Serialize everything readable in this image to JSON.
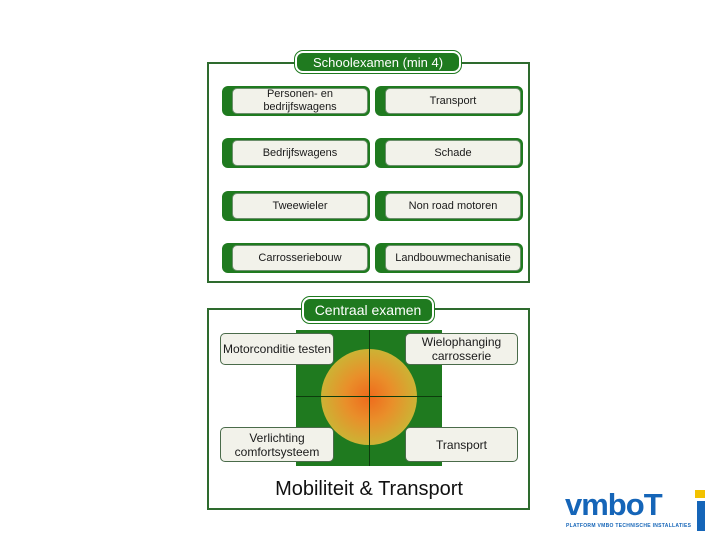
{
  "schoolexamen": {
    "title": "Schoolexamen (min 4)",
    "items": [
      "Personen- en bedrijfswagens",
      "Transport",
      "Bedrijfswagens",
      "Schade",
      "Tweewieler",
      "Non road motoren",
      "Carrosseriebouw",
      "Landbouwmechanisatie"
    ]
  },
  "centraal_examen": {
    "title": "Centraal examen",
    "items": [
      "Motorconditie testen",
      "Wielophanging carrosserie",
      "Verlichting comfortsysteem",
      "Transport"
    ],
    "subtitle": "Mobiliteit & Transport"
  },
  "logo": {
    "word": "vmboT",
    "subtitle": "PLATFORM VMBO TECHNISCHE INSTALLATIES"
  },
  "colors": {
    "green": "#1f7a1f",
    "logo_blue": "#1565b8",
    "logo_yellow": "#f2c200"
  }
}
